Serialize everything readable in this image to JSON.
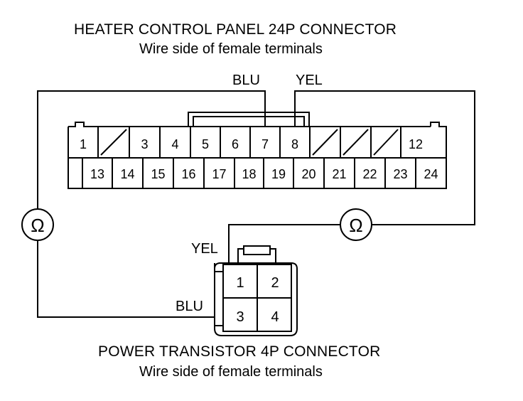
{
  "top_connector": {
    "title": "HEATER CONTROL PANEL 24P CONNECTOR",
    "subtitle": "Wire side of female terminals",
    "top_row": [
      "1",
      "",
      "3",
      "4",
      "5",
      "6",
      "7",
      "8",
      "",
      "",
      "",
      "12"
    ],
    "bottom_row": [
      "13",
      "14",
      "15",
      "16",
      "17",
      "18",
      "19",
      "20",
      "21",
      "22",
      "23",
      "24"
    ]
  },
  "bottom_connector": {
    "title": "POWER TRANSISTOR 4P CONNECTOR",
    "subtitle": "Wire side of female terminals",
    "terminals": [
      "1",
      "2",
      "3",
      "4"
    ]
  },
  "wires": {
    "top_blu": "BLU",
    "top_yel": "YEL",
    "bottom_yel": "YEL",
    "bottom_blu": "BLU"
  },
  "meters": {
    "left_symbol": "Ω",
    "right_symbol": "Ω"
  }
}
